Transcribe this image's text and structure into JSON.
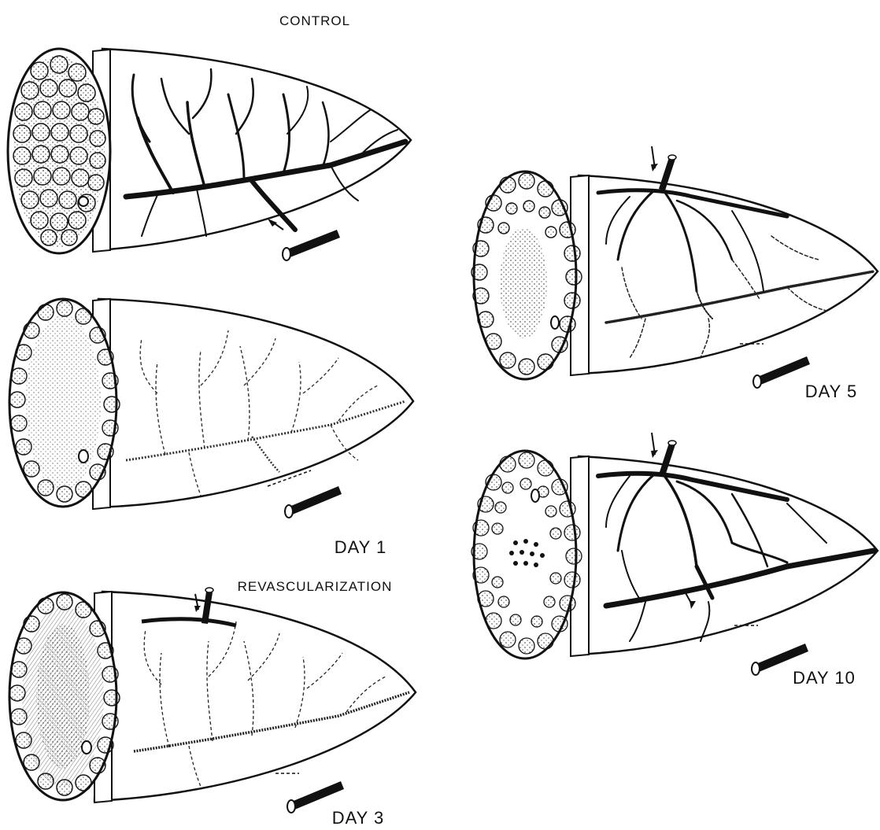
{
  "labels": {
    "control": "CONTROL",
    "day1": "DAY 1",
    "revascularization": "REVASCULARIZATION",
    "day3": "DAY 3",
    "day5": "DAY 5",
    "day10": "DAY 10"
  },
  "panels": [
    {
      "id": "control",
      "vessels": "solid",
      "center": "follicles"
    },
    {
      "id": "day1",
      "vessels": "faint-dashed",
      "center": "stippled"
    },
    {
      "id": "day3",
      "vessels": "dashed-hatched",
      "center": "stippled-ring"
    },
    {
      "id": "day5",
      "vessels": "partly-solid",
      "center": "stippled-core"
    },
    {
      "id": "day10",
      "vessels": "solid",
      "center": "follicles"
    }
  ],
  "colors": {
    "ink": "#111111",
    "background": "#ffffff"
  }
}
